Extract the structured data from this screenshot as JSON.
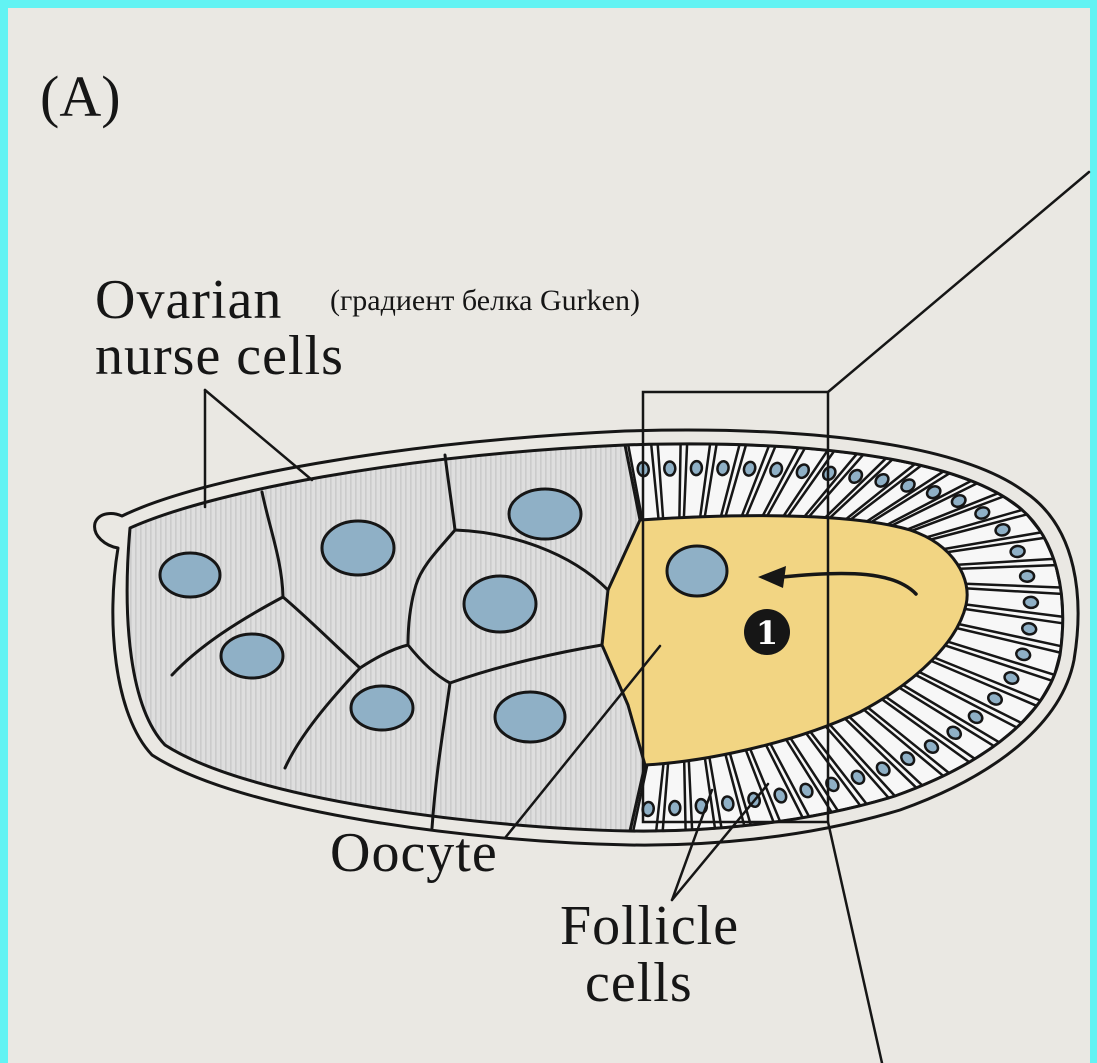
{
  "panel_label": "(A)",
  "labels": {
    "ovarian": "Ovarian",
    "nurse_cells": "nurse cells",
    "gurken_gradient": "(градиент белка Gurken)",
    "oocyte": "Oocyte",
    "follicle": "Follicle",
    "cells": "cells"
  },
  "step_marker": "1",
  "colors": {
    "frame": "#62f3f3",
    "background": "#eae8e3",
    "nurse_cell": "#dedede",
    "nurse_texture": "#cbcbcb",
    "nucleus": "#8fb0c6",
    "oocyte": "#f2d583",
    "follicle_cell": "#f7f7f7",
    "ink": "#161616"
  }
}
